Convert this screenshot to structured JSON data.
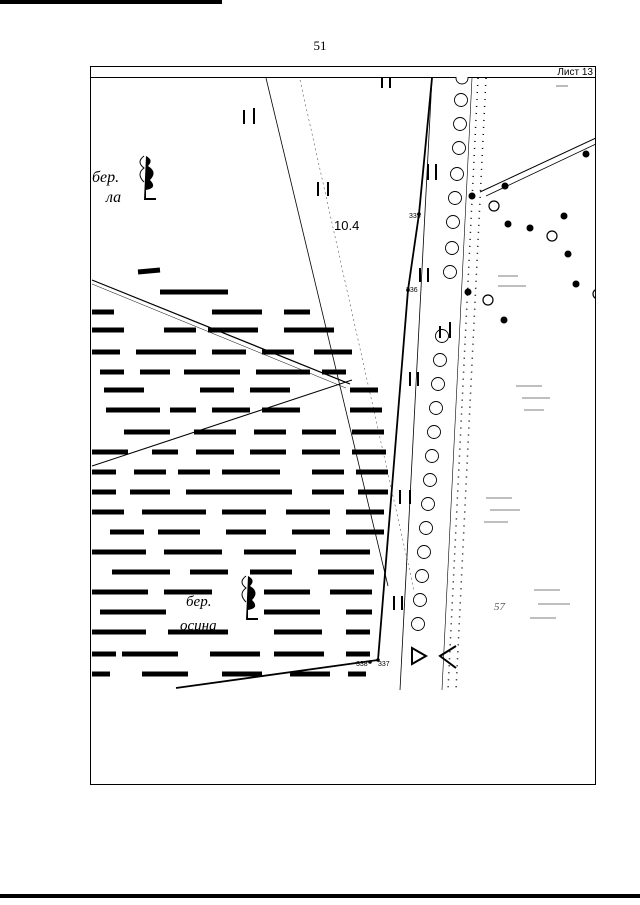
{
  "page": {
    "page_number": "51",
    "sheet_label": "Лист 13"
  },
  "map": {
    "point_labels": [
      "335",
      "336",
      "337",
      "338"
    ],
    "height_mark": "10.4",
    "vegetation_labels": [
      "бер.",
      "ла",
      "бер.",
      "осина"
    ],
    "side_mark": "57",
    "colors": {
      "ink": "#000000",
      "background": "#ffffff"
    }
  }
}
